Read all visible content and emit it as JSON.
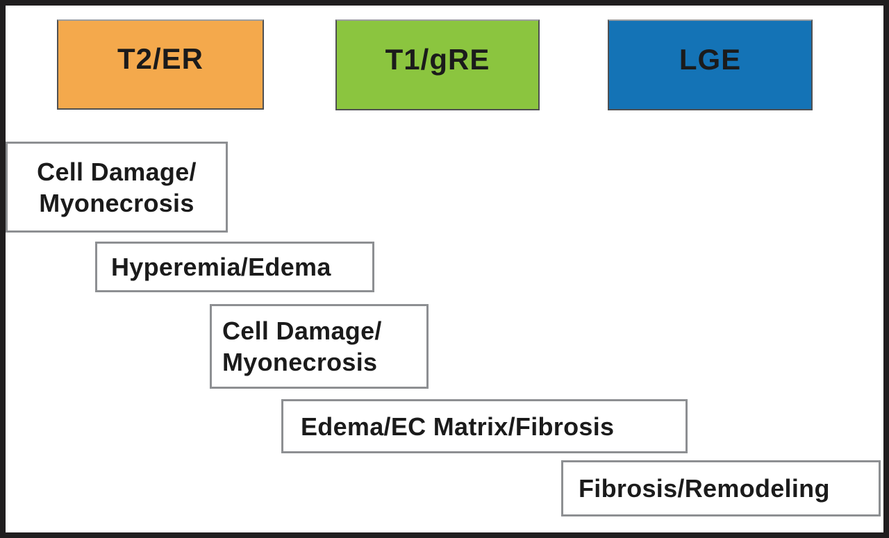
{
  "figure": {
    "modalities": [
      {
        "label": "T2/ER",
        "color": "#F4A94C"
      },
      {
        "label": "T1/gRE",
        "color": "#8BC53F"
      },
      {
        "label": "LGE",
        "color": "#1473B6"
      }
    ],
    "findings": [
      {
        "lines": [
          "Cell Damage/",
          "Myonecrosis"
        ]
      },
      {
        "lines": [
          "Hyperemia/Edema"
        ]
      },
      {
        "lines": [
          "Cell Damage/",
          "Myonecrosis"
        ]
      },
      {
        "lines": [
          "Edema/EC Matrix/Fibrosis"
        ]
      },
      {
        "lines": [
          "Fibrosis/Remodeling"
        ]
      }
    ],
    "colors": {
      "frame_border": "#201E1F",
      "finding_border": "#8D8F92",
      "modality_border": "#4F5052",
      "text": "#1B1B1B",
      "background": "#FFFFFF"
    }
  }
}
